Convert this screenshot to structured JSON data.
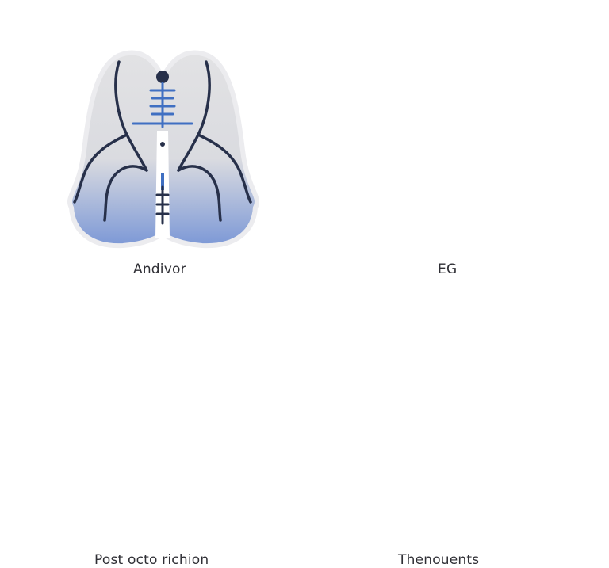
{
  "nodes": {
    "andivor": {
      "label": "Andivor",
      "icon": "spinal-cord-cross-section-icon"
    },
    "eg": {
      "label": "EG",
      "icon": "brain-with-robot-monitor-icon"
    },
    "post": {
      "label": "Post octo richion",
      "icon": "brain-neuron-icon"
    },
    "therapeutic": {
      "label": "Thenouents",
      "icon": "stimulation-device-icon"
    }
  },
  "colors": {
    "accent_blue": "#3f6fc2",
    "dark_navy": "#27304a",
    "light_gray": "#dcdcdc",
    "lavender": "#a9b0da",
    "text": "#2f2f35"
  }
}
